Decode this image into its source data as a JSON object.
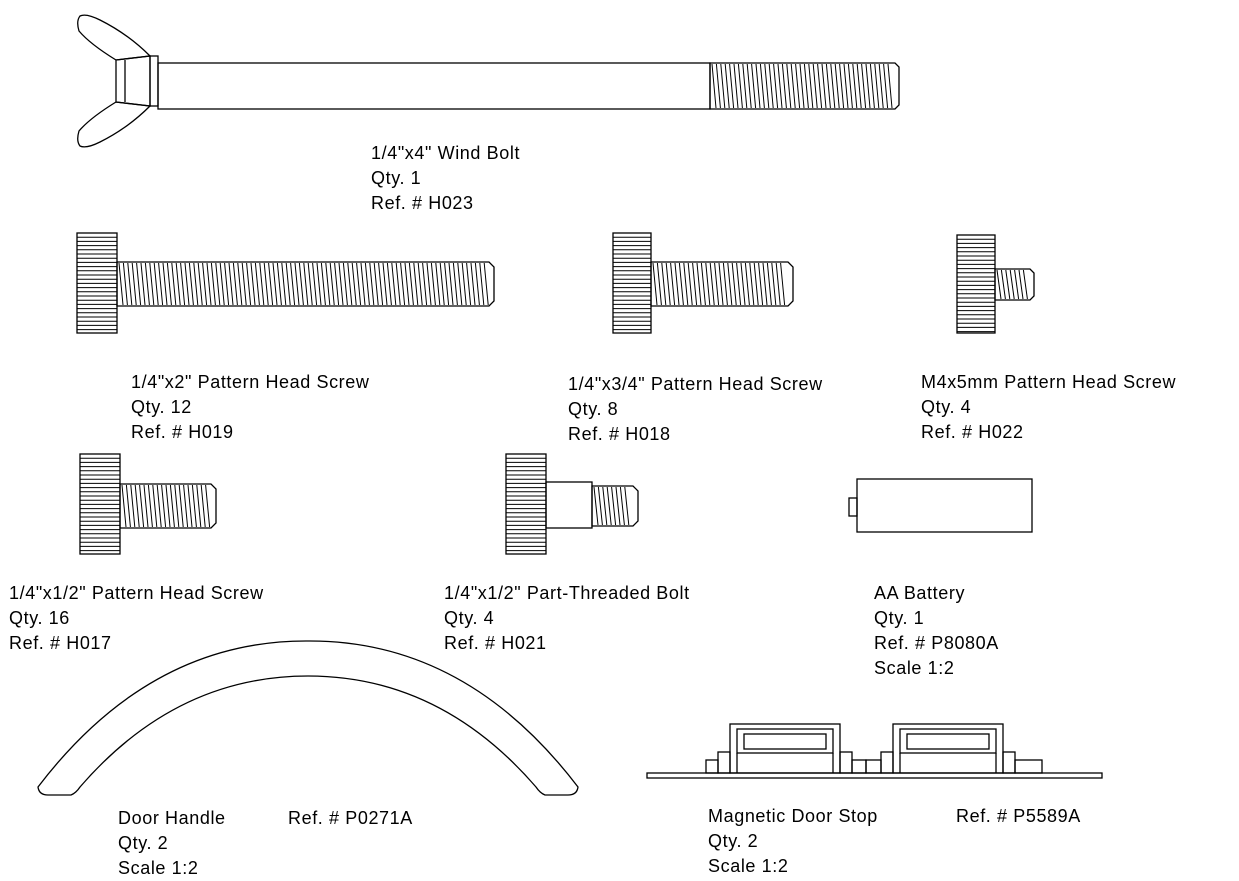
{
  "page": {
    "background": "#ffffff",
    "ink": "#000000"
  },
  "parts": {
    "wing_bolt": {
      "name": "1/4\"x4\" Wind Bolt",
      "qty": "Qty. 1",
      "ref": "Ref. # H023"
    },
    "screw_2in": {
      "name": "1/4\"x2\" Pattern Head Screw",
      "qty": "Qty. 12",
      "ref": "Ref. # H019"
    },
    "screw_3_4in": {
      "name": "1/4\"x3/4\" Pattern Head Screw",
      "qty": "Qty. 8",
      "ref": "Ref. # H018"
    },
    "screw_m4x5": {
      "name": "M4x5mm Pattern Head Screw",
      "qty": "Qty. 4",
      "ref": "Ref. # H022"
    },
    "screw_1_2in": {
      "name": "1/4\"x1/2\" Pattern Head Screw",
      "qty": "Qty. 16",
      "ref": "Ref. # H017"
    },
    "part_threaded_bolt": {
      "name": "1/4\"x1/2\" Part-Threaded Bolt",
      "qty": "Qty. 4",
      "ref": "Ref. # H021"
    },
    "aa_battery": {
      "name": "AA Battery",
      "qty": "Qty. 1",
      "ref": "Ref. # P8080A",
      "scale": "Scale 1:2"
    },
    "door_handle": {
      "name": "Door Handle",
      "ref": "Ref. # P0271A",
      "qty": "Qty. 2",
      "scale": "Scale 1:2"
    },
    "magnetic_door_stop": {
      "name": "Magnetic Door Stop",
      "ref": "Ref. # P5589A",
      "qty": "Qty. 2",
      "scale": "Scale 1:2"
    }
  }
}
